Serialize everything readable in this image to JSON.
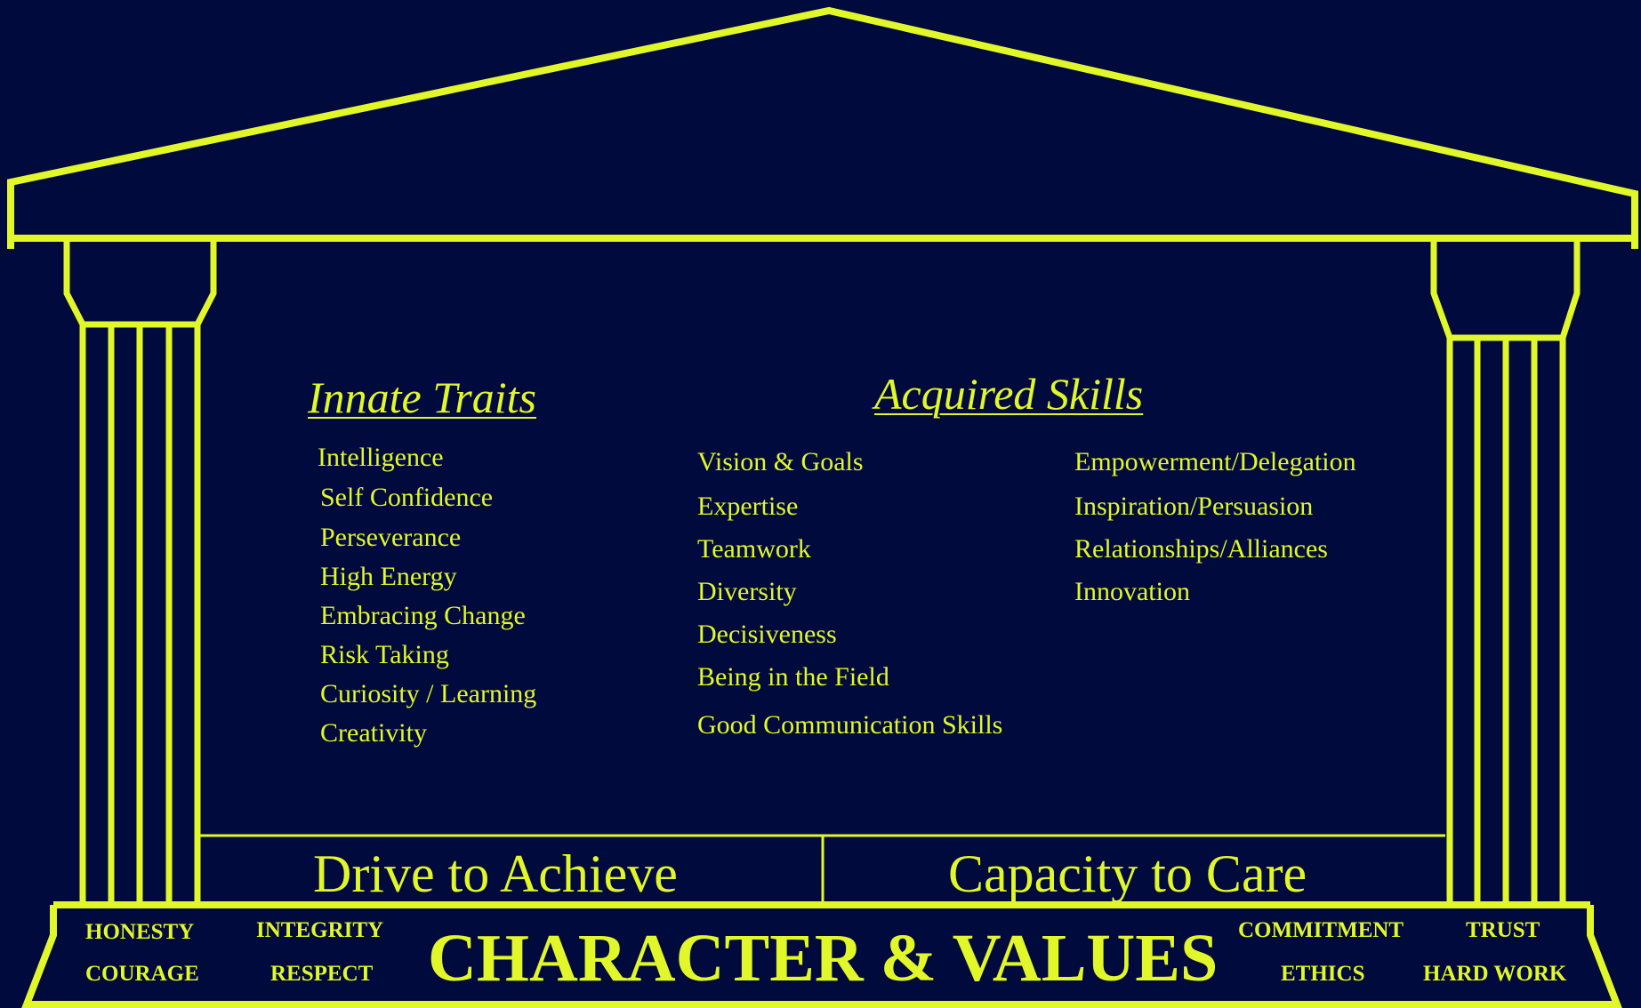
{
  "colors": {
    "background": "#000a3d",
    "line": "#e2f72a"
  },
  "innate_traits": {
    "heading": "Innate Traits",
    "items": [
      "Intelligence",
      "Self Confidence",
      "Perseverance",
      "High Energy",
      "Embracing Change",
      "Risk Taking",
      "Curiosity / Learning",
      "Creativity"
    ]
  },
  "acquired_skills": {
    "heading": "Acquired Skills",
    "column_1": [
      "Vision & Goals",
      "Expertise",
      "Teamwork",
      "Diversity",
      "Decisiveness",
      "Being in the Field",
      "Good Communication Skills"
    ],
    "column_2": [
      "Empowerment/Delegation",
      "Inspiration/Persuasion",
      "Relationships/Alliances",
      "Innovation"
    ]
  },
  "bands": {
    "left": "Drive to Achieve",
    "right": "Capacity to Care"
  },
  "foundation": {
    "title": "CHARACTER & VALUES",
    "left_values": [
      "HONESTY",
      "INTEGRITY",
      "COURAGE",
      "RESPECT"
    ],
    "right_values": [
      "COMMITMENT",
      "TRUST",
      "ETHICS",
      "HARD WORK"
    ]
  }
}
